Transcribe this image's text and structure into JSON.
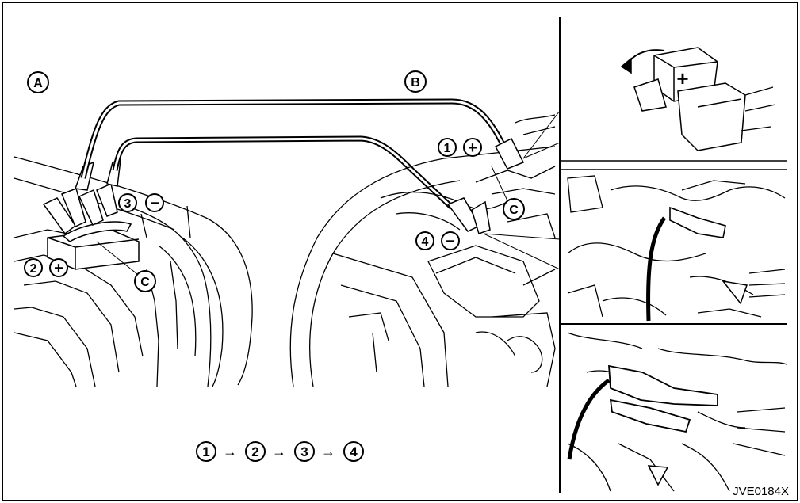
{
  "labels": {
    "vehicle_a": "A",
    "vehicle_b": "B",
    "ground_c": "C"
  },
  "steps": [
    {
      "num": "1",
      "sign": "+"
    },
    {
      "num": "2",
      "sign": "+"
    },
    {
      "num": "3",
      "sign": "−"
    },
    {
      "num": "4",
      "sign": "−"
    }
  ],
  "sequence": [
    "1",
    "2",
    "3",
    "4"
  ],
  "sequence_arrow": "→",
  "figure_code": "JVE0184X"
}
